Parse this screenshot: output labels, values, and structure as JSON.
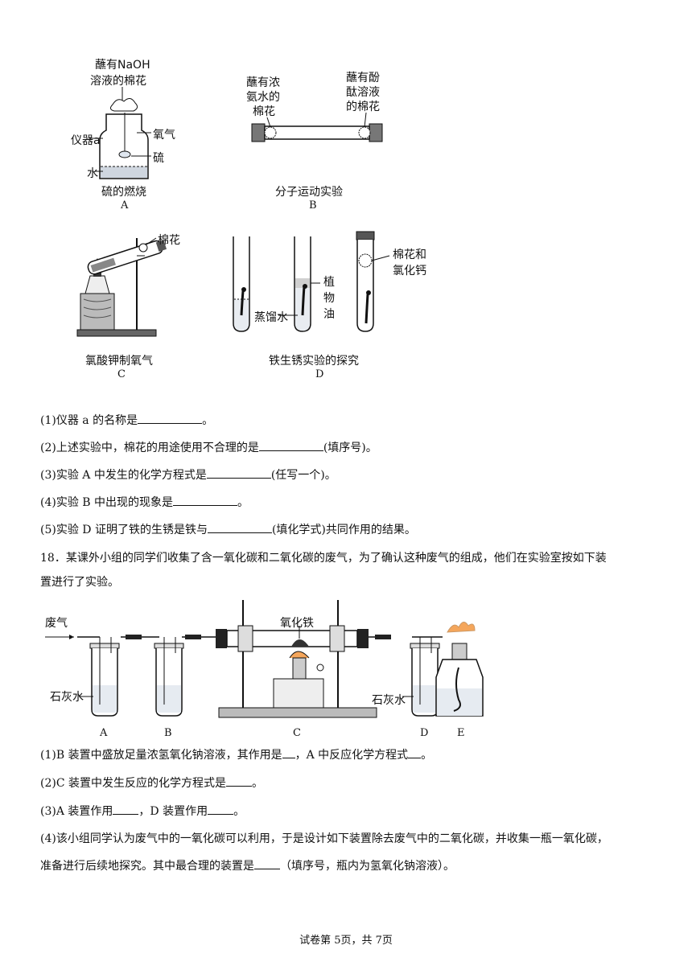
{
  "figure_top": {
    "A": {
      "top_label_1": "蘸有NaOH",
      "top_label_2": "溶液的棉花",
      "instrument": "仪器a",
      "oxygen": "氧气",
      "sulfur": "硫",
      "water": "水",
      "caption": "硫的燃烧",
      "letter": "A"
    },
    "B": {
      "left_label_1": "蘸有浓",
      "left_label_2": "氨水的",
      "left_label_3": "棉花",
      "right_label_1": "蘸有酚",
      "right_label_2": "酞溶液",
      "right_label_3": "的棉花",
      "caption": "分子运动实验",
      "letter": "B"
    },
    "C": {
      "cotton": "棉花",
      "caption": "氯酸钾制氧气",
      "letter": "C"
    },
    "D": {
      "oil_1": "植",
      "oil_2": "物",
      "oil_3": "油",
      "water": "蒸馏水",
      "cotton_1": "棉花和",
      "cotton_2": "氯化钙",
      "caption": "铁生锈实验的探究",
      "letter": "D"
    }
  },
  "questions_17": [
    {
      "pre": "(1)仪器 a 的名称是",
      "post": "。"
    },
    {
      "pre": "(2)上述实验中，棉花的用途使用不合理的是",
      "post": "(填序号)。"
    },
    {
      "pre": "(3)实验 A 中发生的化学方程式是",
      "post": "(任写一个)。"
    },
    {
      "pre": "(4)实验 B 中出现的现象是",
      "post": "。"
    },
    {
      "pre": "(5)实验 D 证明了铁的生锈是铁与",
      "post": "(填化学式)共同作用的结果。"
    }
  ],
  "q18": {
    "intro_1": "18．某课外小组的同学们收集了含一氧化碳和二氧化碳的废气，为了确认这种废气的组成，他们在实验室按如下装",
    "intro_2": "置进行了实验。",
    "figure": {
      "waste_gas": "废气",
      "iron_oxide": "氧化铁",
      "limewater_left": "石灰水",
      "limewater_right": "石灰水",
      "letters": [
        "A",
        "B",
        "C",
        "D",
        "E"
      ]
    },
    "sub": {
      "s1_a": "(1)B 装置中盛放足量浓氢氧化钠溶液，其作用是",
      "s1_b": "，A 中反应化学方程式",
      "s1_c": "。",
      "s2_a": "(2)C 装置中发生反应的化学方程式是",
      "s2_b": "。",
      "s3_a": "(3)A 装置作用",
      "s3_b": "，D 装置作用",
      "s3_c": "。",
      "s4_line1": "(4)该小组同学认为废气中的一氧化碳可以利用，于是设计如下装置除去废气中的二氧化碳，并收集一瓶一氧化碳，",
      "s4_a": "准备进行后续地探究。其中最合理的装置是",
      "s4_b": "（填序号，瓶内为氢氧化钠溶液）。"
    }
  },
  "footer": "试卷第 5页，共 7页"
}
